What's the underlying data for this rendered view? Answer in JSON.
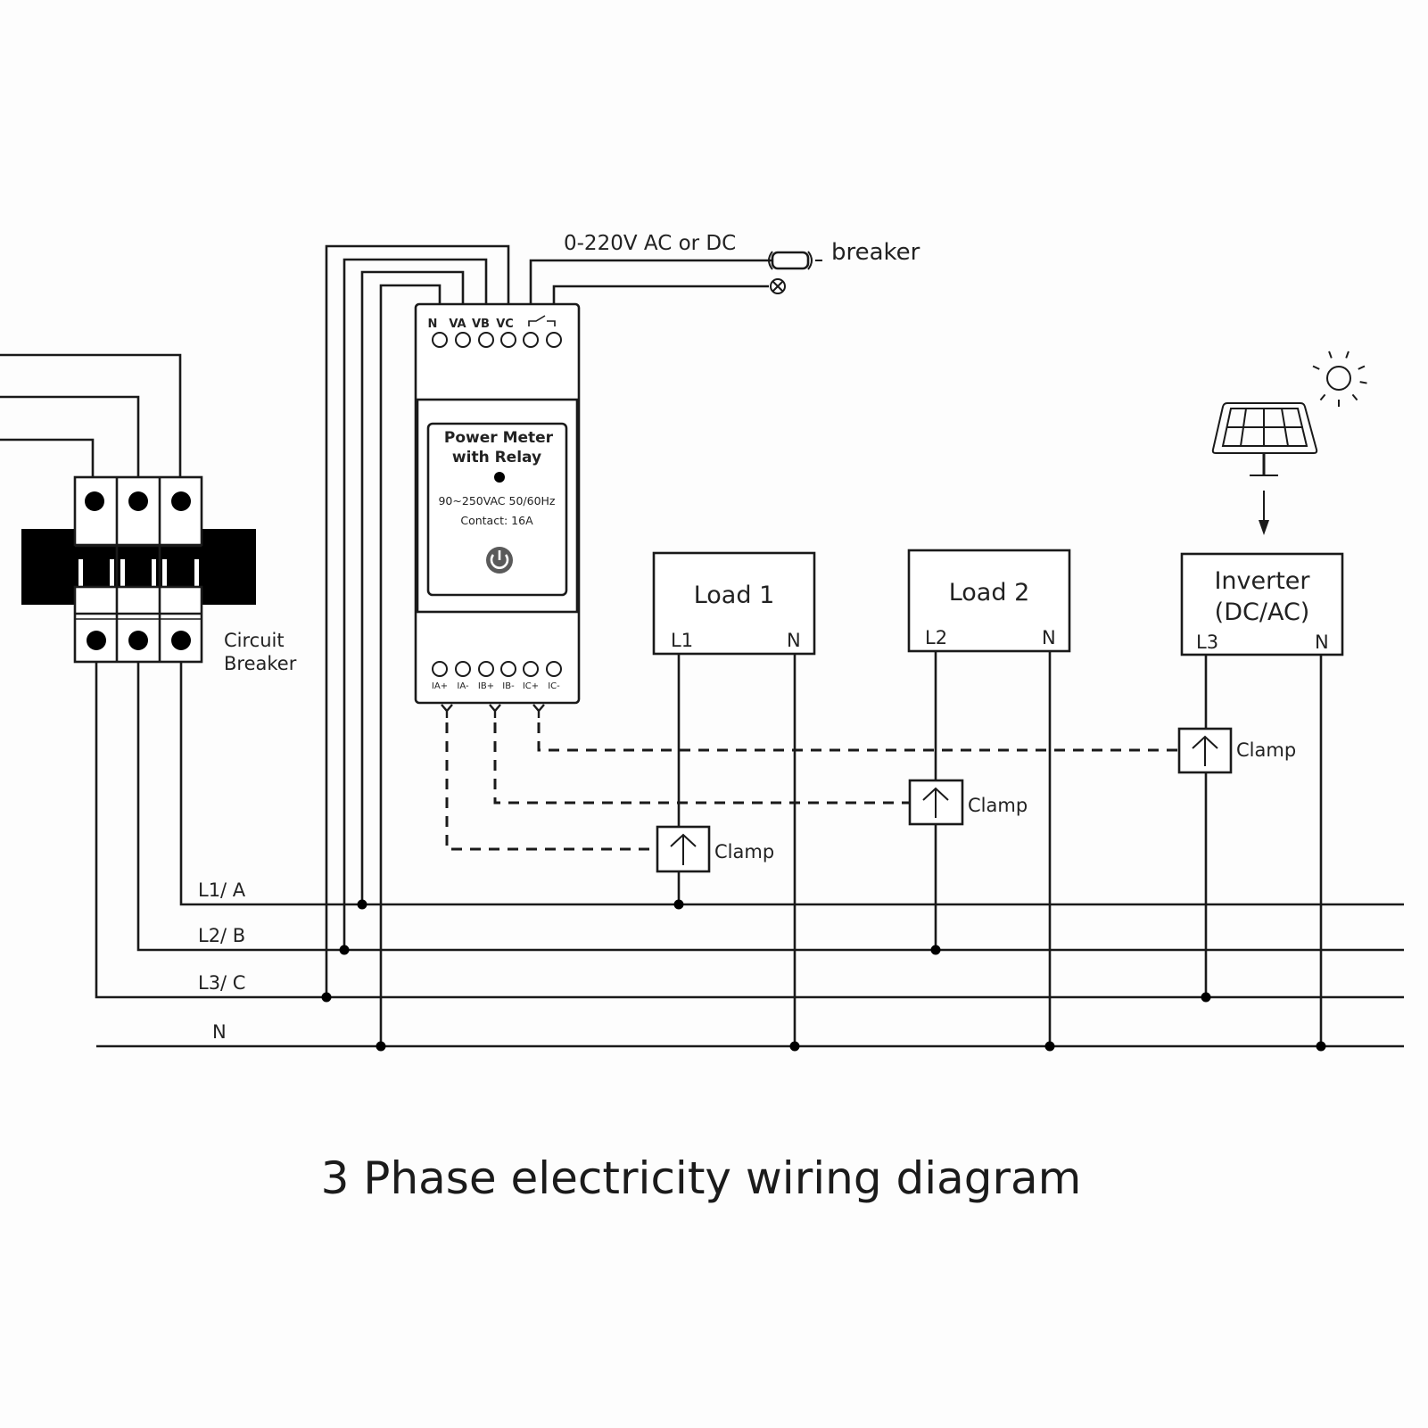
{
  "title": "3 Phase electricity wiring diagram",
  "colors": {
    "line": "#1a1a1a",
    "background": "#fdfdfd",
    "power_button": "#5a5a5a"
  },
  "relay_supply": {
    "label": "0-220V AC or DC",
    "breaker_label": "breaker",
    "icons": [
      "fuse-icon",
      "lamp-icon"
    ]
  },
  "meter": {
    "name_line1": "Power Meter",
    "name_line2": "with Relay",
    "spec_voltage": "90~250VAC 50/60Hz",
    "spec_contact": "Contact: 16A",
    "top_terminals": [
      "N",
      "VA",
      "VB",
      "VC"
    ],
    "relay_symbol": "relay-switch-icon",
    "bottom_terminals": [
      "IA+",
      "IA-",
      "IB+",
      "IB-",
      "IC+",
      "IC-"
    ],
    "button_icon": "power-icon"
  },
  "circuit_breaker": {
    "label_line1": "Circuit",
    "label_line2": "Breaker"
  },
  "buses": [
    {
      "label": "L1/ A"
    },
    {
      "label": "L2/ B"
    },
    {
      "label": "L3/ C"
    },
    {
      "label": "N"
    }
  ],
  "loads": [
    {
      "name": "Load 1",
      "phase": "L1",
      "neutral": "N"
    },
    {
      "name": "Load 2",
      "phase": "L2",
      "neutral": "N"
    }
  ],
  "inverter": {
    "name_line1": "Inverter",
    "name_line2": "(DC/AC)",
    "phase": "L3",
    "neutral": "N",
    "source_icons": [
      "sun-icon",
      "solar-panel-icon",
      "arrow-down-icon"
    ]
  },
  "clamps": [
    {
      "label": "Clamp",
      "phase": "L1",
      "terminal": "IA"
    },
    {
      "label": "Clamp",
      "phase": "L2",
      "terminal": "IB"
    },
    {
      "label": "Clamp",
      "phase": "L3",
      "terminal": "IC"
    }
  ]
}
